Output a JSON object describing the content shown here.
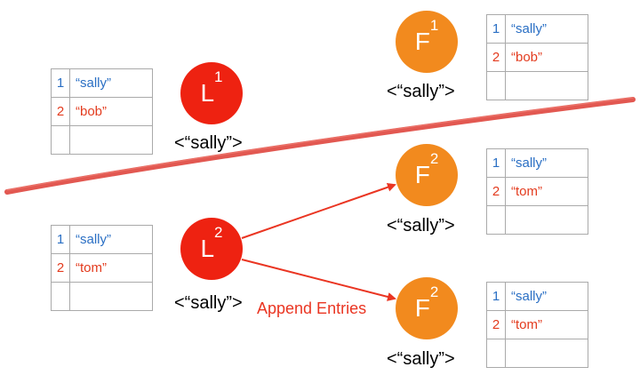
{
  "colors": {
    "leader": "#ee2211",
    "follower": "#f28a1e",
    "index_blue": "#2a6fc4",
    "index_red": "#e33b1e",
    "partition": "#dd3b33",
    "arrow": "#ea3522"
  },
  "nodes": [
    {
      "id": "leader-1",
      "letter": "L",
      "term": "1",
      "value": "<“sally”>",
      "role": "leader"
    },
    {
      "id": "follower-1",
      "letter": "F",
      "term": "1",
      "value": "<“sally”>",
      "role": "follower"
    },
    {
      "id": "leader-2",
      "letter": "L",
      "term": "2",
      "value": "<“sally”>",
      "role": "leader"
    },
    {
      "id": "follower-2a",
      "letter": "F",
      "term": "2",
      "value": "<“sally”>",
      "role": "follower"
    },
    {
      "id": "follower-2b",
      "letter": "F",
      "term": "2",
      "value": "<“sally”>",
      "role": "follower"
    }
  ],
  "logs": [
    {
      "owner": "leader-1",
      "entries": [
        {
          "index": "1",
          "value": "“sally”",
          "term": "1"
        },
        {
          "index": "2",
          "value": "“bob”",
          "term": "2"
        },
        {
          "index": "",
          "value": "",
          "term": ""
        }
      ]
    },
    {
      "owner": "follower-1",
      "entries": [
        {
          "index": "1",
          "value": "“sally”",
          "term": "1"
        },
        {
          "index": "2",
          "value": "“bob”",
          "term": "2"
        },
        {
          "index": "",
          "value": "",
          "term": ""
        }
      ]
    },
    {
      "owner": "leader-2",
      "entries": [
        {
          "index": "1",
          "value": "“sally”",
          "term": "1"
        },
        {
          "index": "2",
          "value": "“tom”",
          "term": "2"
        },
        {
          "index": "",
          "value": "",
          "term": ""
        }
      ]
    },
    {
      "owner": "follower-2a",
      "entries": [
        {
          "index": "1",
          "value": "“sally”",
          "term": "1"
        },
        {
          "index": "2",
          "value": "“tom”",
          "term": "2"
        },
        {
          "index": "",
          "value": "",
          "term": ""
        }
      ]
    },
    {
      "owner": "follower-2b",
      "entries": [
        {
          "index": "1",
          "value": "“sally”",
          "term": "1"
        },
        {
          "index": "2",
          "value": "“tom”",
          "term": "2"
        },
        {
          "index": "",
          "value": "",
          "term": ""
        }
      ]
    }
  ],
  "edges": [
    {
      "from": "leader-2",
      "to": "follower-2a",
      "label": ""
    },
    {
      "from": "leader-2",
      "to": "follower-2b",
      "label": "Append Entries"
    }
  ]
}
